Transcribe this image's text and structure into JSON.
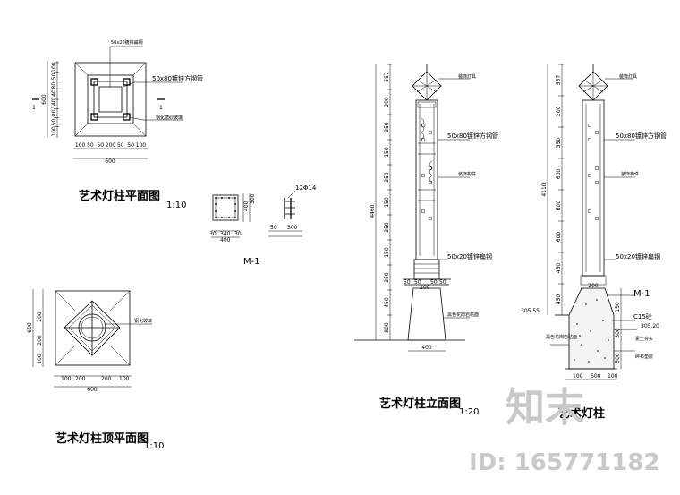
{
  "titles": {
    "plan": "艺术灯柱平面图",
    "plan_scale": "1:10",
    "top_plan": "艺术灯柱顶平面图",
    "top_plan_scale": "1:10",
    "elevation": "艺术灯柱立面图",
    "elevation_scale": "1:20",
    "section_partial": "艺术灯柱"
  },
  "plan_view": {
    "note_top": "50x20镀锌扁钢",
    "note_mid": "50x80镀锌方钢管",
    "note_bottom": "钢化磨砂玻璃",
    "section_mark": "1",
    "dim_left": [
      "100",
      "50",
      "80",
      "140",
      "140",
      "80",
      "50",
      "100"
    ],
    "dim_left_total": "600",
    "dim_bottom": [
      "100",
      "50",
      "50",
      "200",
      "50",
      "50",
      "100"
    ],
    "dim_bottom_total": "600"
  },
  "top_plan": {
    "note": "钢化玻璃",
    "dim_left": [
      "200",
      "200",
      "100"
    ],
    "dim_left_total": "600",
    "dim_bottom": [
      "100",
      "200",
      "200",
      "100"
    ],
    "dim_bottom_total": "600"
  },
  "m1": {
    "label": "M-1",
    "rebar": "12Φ14",
    "dims": [
      "30",
      "340",
      "30",
      "400",
      "400",
      "300",
      "50"
    ]
  },
  "elevation": {
    "note_top": "装饰灯具",
    "note_mid1": "50x80镀锌方钢管",
    "note_mid2": "装饰构件",
    "note_mid3": "50x20镀锌扁钢",
    "note_base": "黑色花岗岩贴面",
    "dim_left": [
      "557",
      "200",
      "350",
      "150",
      "350",
      "150",
      "350",
      "150",
      "350",
      "450",
      "800"
    ],
    "dim_total": "4460",
    "dim_bottom": "400",
    "dim_base": [
      "50",
      "50",
      "50",
      "50",
      "200"
    ]
  },
  "section": {
    "note_top": "装饰灯具",
    "note_mid1": "50x80镀锌方钢管",
    "note_mid2": "装饰构件",
    "note_mid3": "50x20镀锌扁钢",
    "m1": "M-1",
    "c15": "C15砼",
    "level_left": "305.55",
    "level_right": "305.20",
    "note_soil": "素土夯实",
    "note_base": "黑色花岗岩贴面",
    "note_gravel": "碎石垫层",
    "dim_left": [
      "557",
      "200",
      "350",
      "600",
      "600",
      "600",
      "450",
      "450"
    ],
    "dim_total": "4110",
    "dim_right": [
      "150",
      "300",
      "500"
    ],
    "dim_bottom": [
      "100",
      "600",
      "100"
    ],
    "dim_top": [
      "200"
    ]
  },
  "watermark": {
    "brand": "知末",
    "id": "ID: 165771182"
  }
}
